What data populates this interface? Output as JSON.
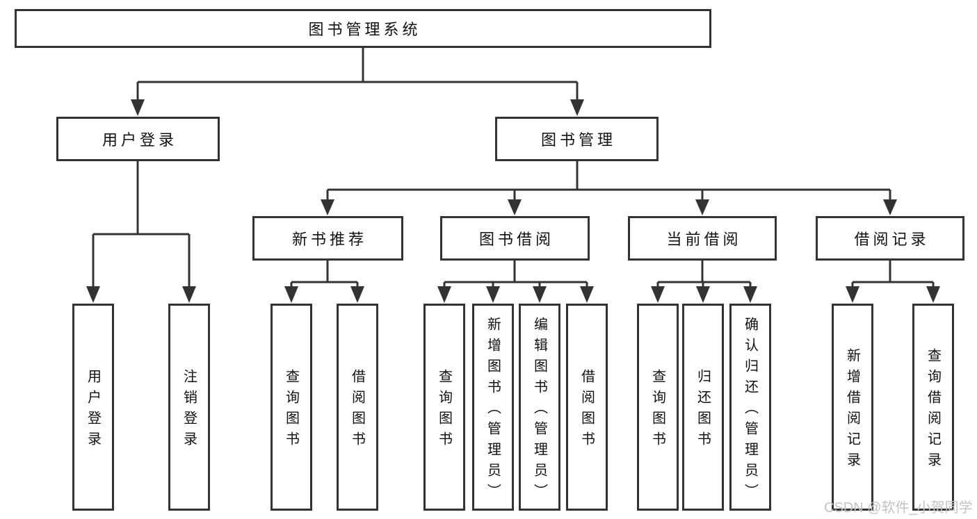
{
  "tree": {
    "root": {
      "label": "图书管理系统",
      "children": [
        {
          "label": "用户登录",
          "children": [
            {
              "label": "用户登录"
            },
            {
              "label": "注销登录"
            }
          ]
        },
        {
          "label": "图书管理",
          "children": [
            {
              "label": "新书推荐",
              "children": [
                {
                  "label": "查询图书"
                },
                {
                  "label": "借阅图书"
                }
              ]
            },
            {
              "label": "图书借阅",
              "children": [
                {
                  "label": "查询图书"
                },
                {
                  "label": "新增图书（管理员）"
                },
                {
                  "label": "编辑图书（管理员）"
                },
                {
                  "label": "借阅图书"
                }
              ]
            },
            {
              "label": "当前借阅",
              "children": [
                {
                  "label": "查询图书"
                },
                {
                  "label": "归还图书"
                },
                {
                  "label": "确认归还（管理员）"
                }
              ]
            },
            {
              "label": "借阅记录",
              "children": [
                {
                  "label": "新增借阅记录"
                },
                {
                  "label": "查询借阅记录"
                }
              ]
            }
          ]
        }
      ]
    }
  },
  "watermark": "CSDN @软件_小贺同学",
  "colors": {
    "line": "#333333",
    "box_border": "#333333",
    "text": "#111111",
    "background": "#ffffff",
    "watermark": "#c3c3c3"
  }
}
